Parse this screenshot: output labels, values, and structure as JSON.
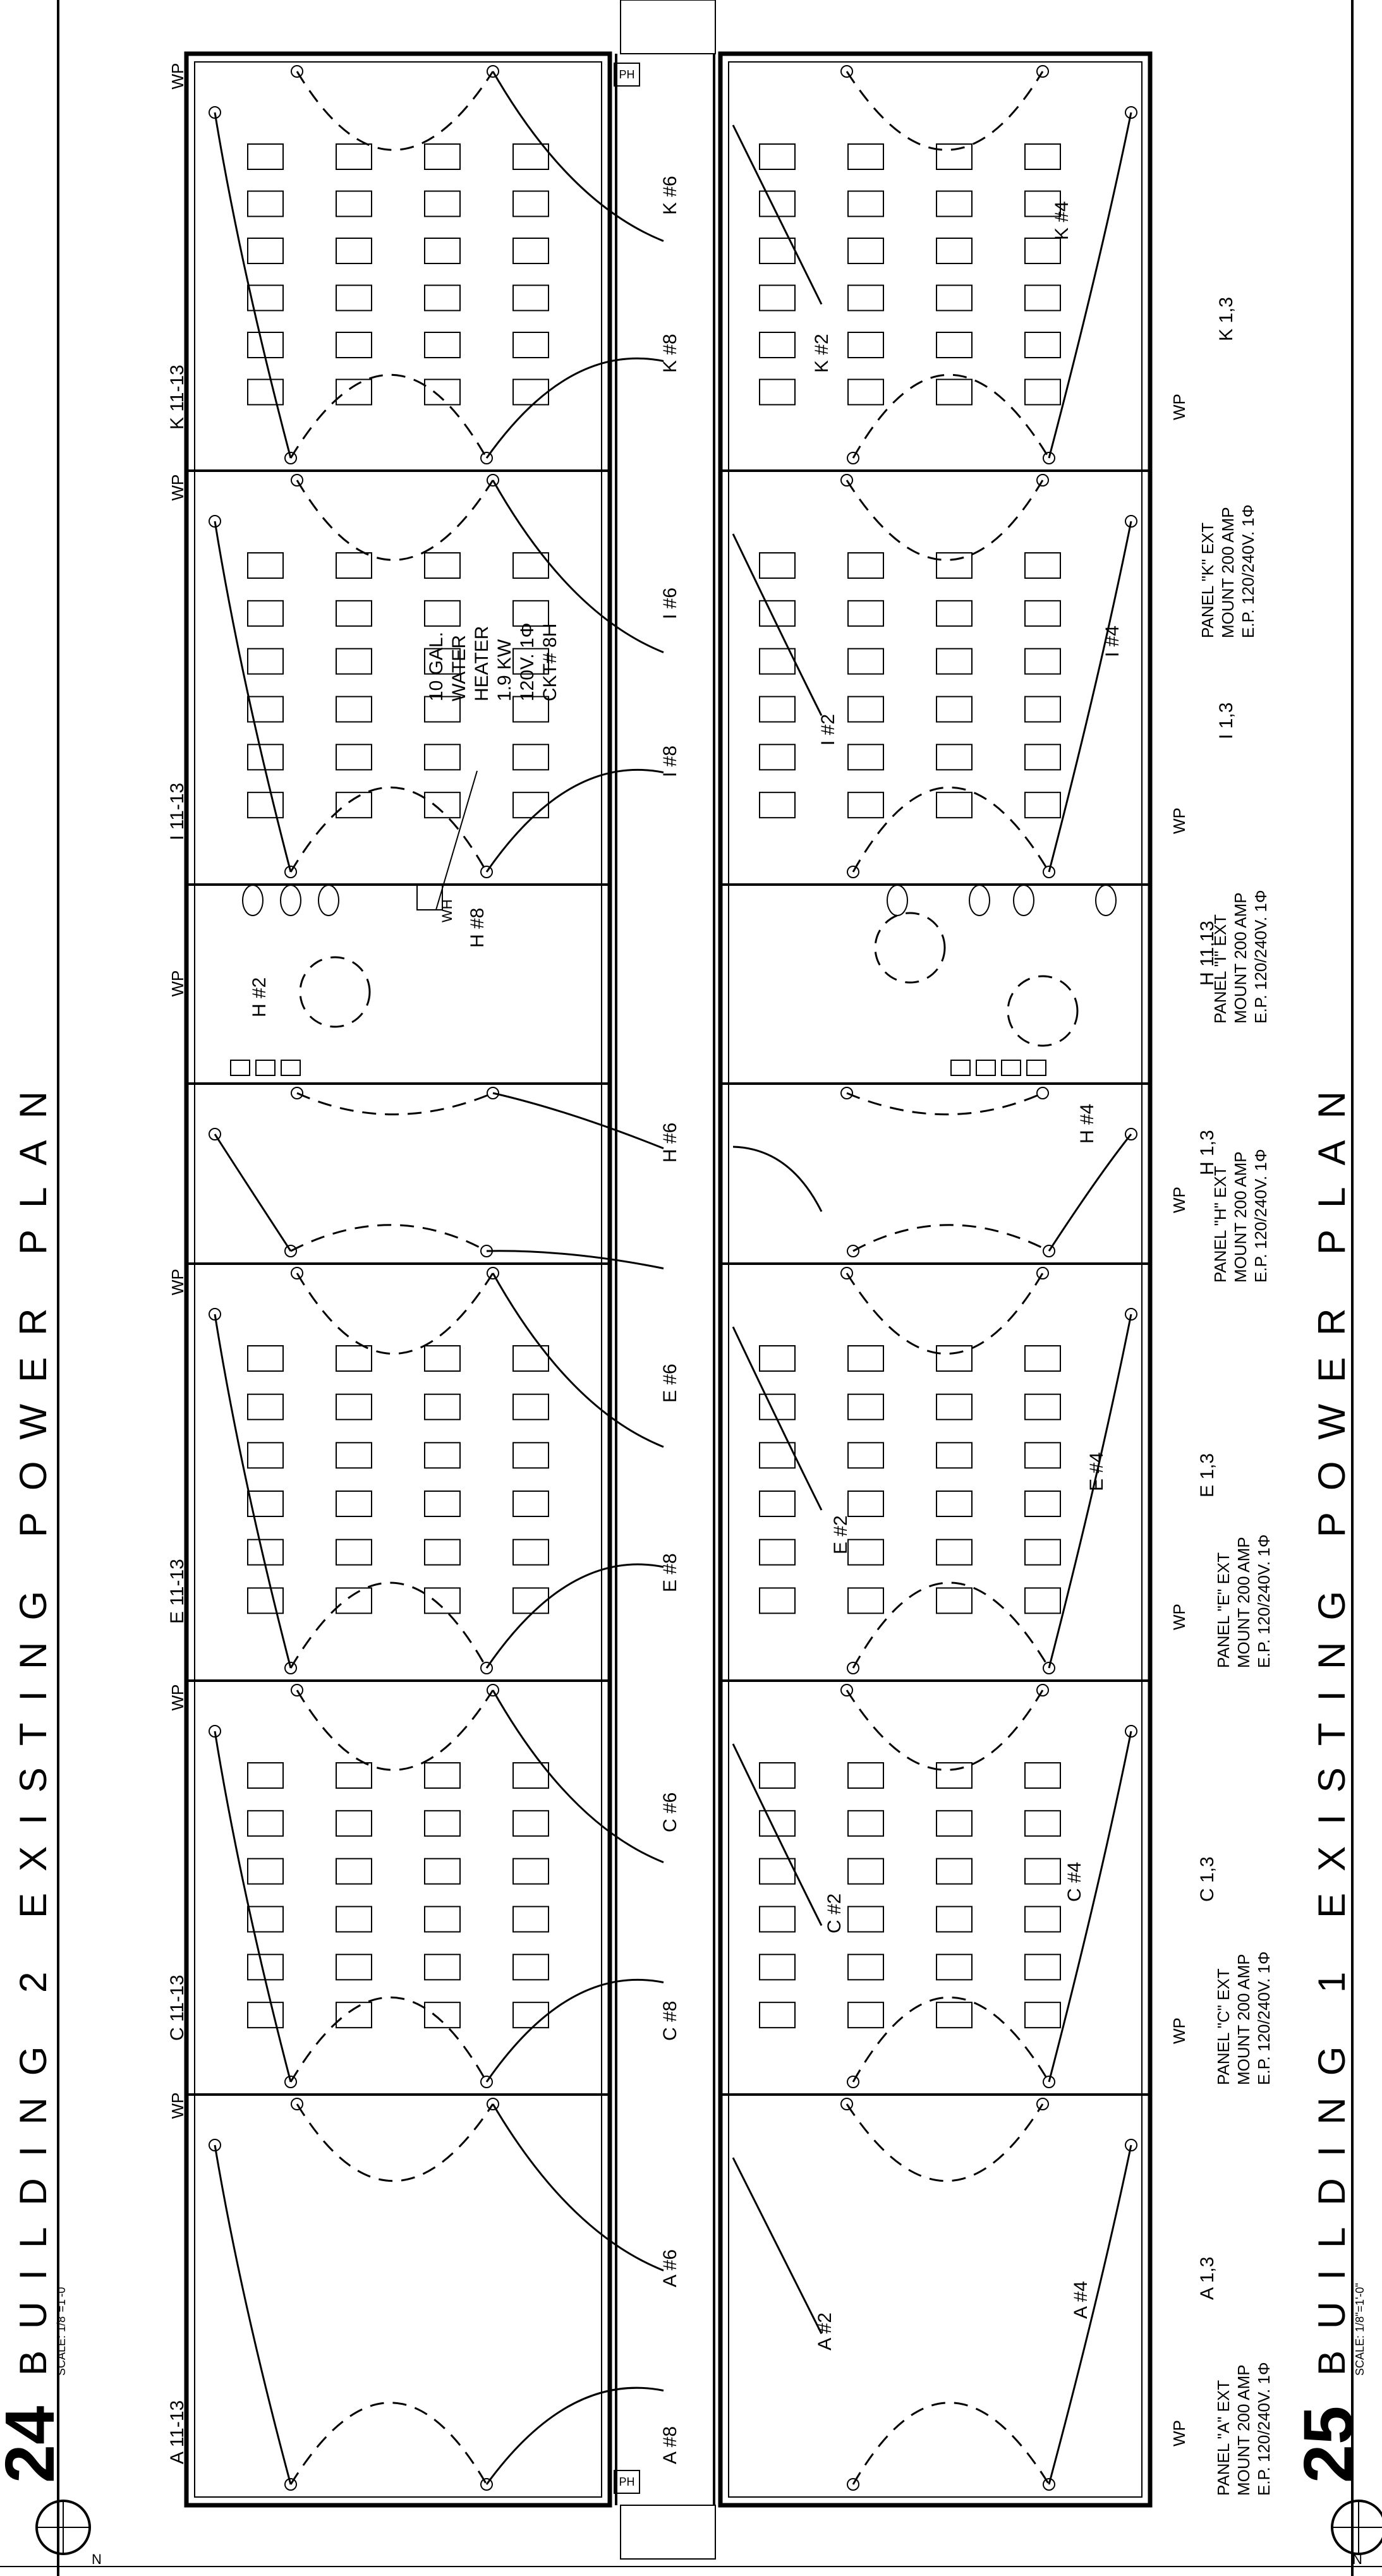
{
  "drawings": [
    {
      "number": "24",
      "title": "BUILDING 2 EXISTING POWER PLAN",
      "scale": "SCALE: 1/8\"=1'-0\""
    },
    {
      "number": "25",
      "title": "BUILDING 1 EXISTING POWER PLAN",
      "scale": "SCALE: 1/8\"=1'-0\""
    }
  ],
  "north_label": "N",
  "water_heater_note": [
    "10 GAL.",
    "WATER",
    "HEATER",
    "1.9 KW",
    "120V. 1Φ",
    "CKT# 8H"
  ],
  "wh_tag": "WH",
  "wp_label": "WP",
  "ph_label": "PH",
  "building2_home_runs": [
    "K 11-13",
    "I 11-13",
    "E 11-13",
    "C 11-13",
    "A 11-13",
    "H #2",
    "H #8"
  ],
  "corridor_home_runs": [
    "K #6",
    "K #8",
    "I #6",
    "I #8",
    "H #6",
    "E #6",
    "E #8",
    "C #6",
    "C #8",
    "A #6",
    "A #8"
  ],
  "building1_home_runs": [
    "K #4",
    "K #2",
    "K 1,3",
    "I #4",
    "I #2",
    "I 1,3",
    "H 11,13",
    "H #4",
    "H 1,3",
    "E #4",
    "E #2",
    "E 1,3",
    "C #4",
    "C #2",
    "C 1,3",
    "A #4",
    "A #2",
    "A 1,3"
  ],
  "panels": [
    {
      "name": "K",
      "lines": [
        "PANEL \"K\" EXT",
        "MOUNT 200 AMP",
        "E.P. 120/240V. 1Φ"
      ]
    },
    {
      "name": "I",
      "lines": [
        "PANEL \"I\" EXT",
        "MOUNT 200 AMP",
        "E.P. 120/240V. 1Φ"
      ]
    },
    {
      "name": "H",
      "lines": [
        "PANEL \"H\" EXT",
        "MOUNT 200 AMP",
        "E.P. 120/240V. 1Φ"
      ]
    },
    {
      "name": "E",
      "lines": [
        "PANEL \"E\" EXT",
        "MOUNT 200 AMP",
        "E.P. 120/240V. 1Φ"
      ]
    },
    {
      "name": "C",
      "lines": [
        "PANEL \"C\" EXT",
        "MOUNT 200 AMP",
        "E.P. 120/240V. 1Φ"
      ]
    },
    {
      "name": "A",
      "lines": [
        "PANEL \"A\" EXT",
        "MOUNT 200 AMP",
        "E.P. 120/240V. 1Φ"
      ]
    }
  ]
}
